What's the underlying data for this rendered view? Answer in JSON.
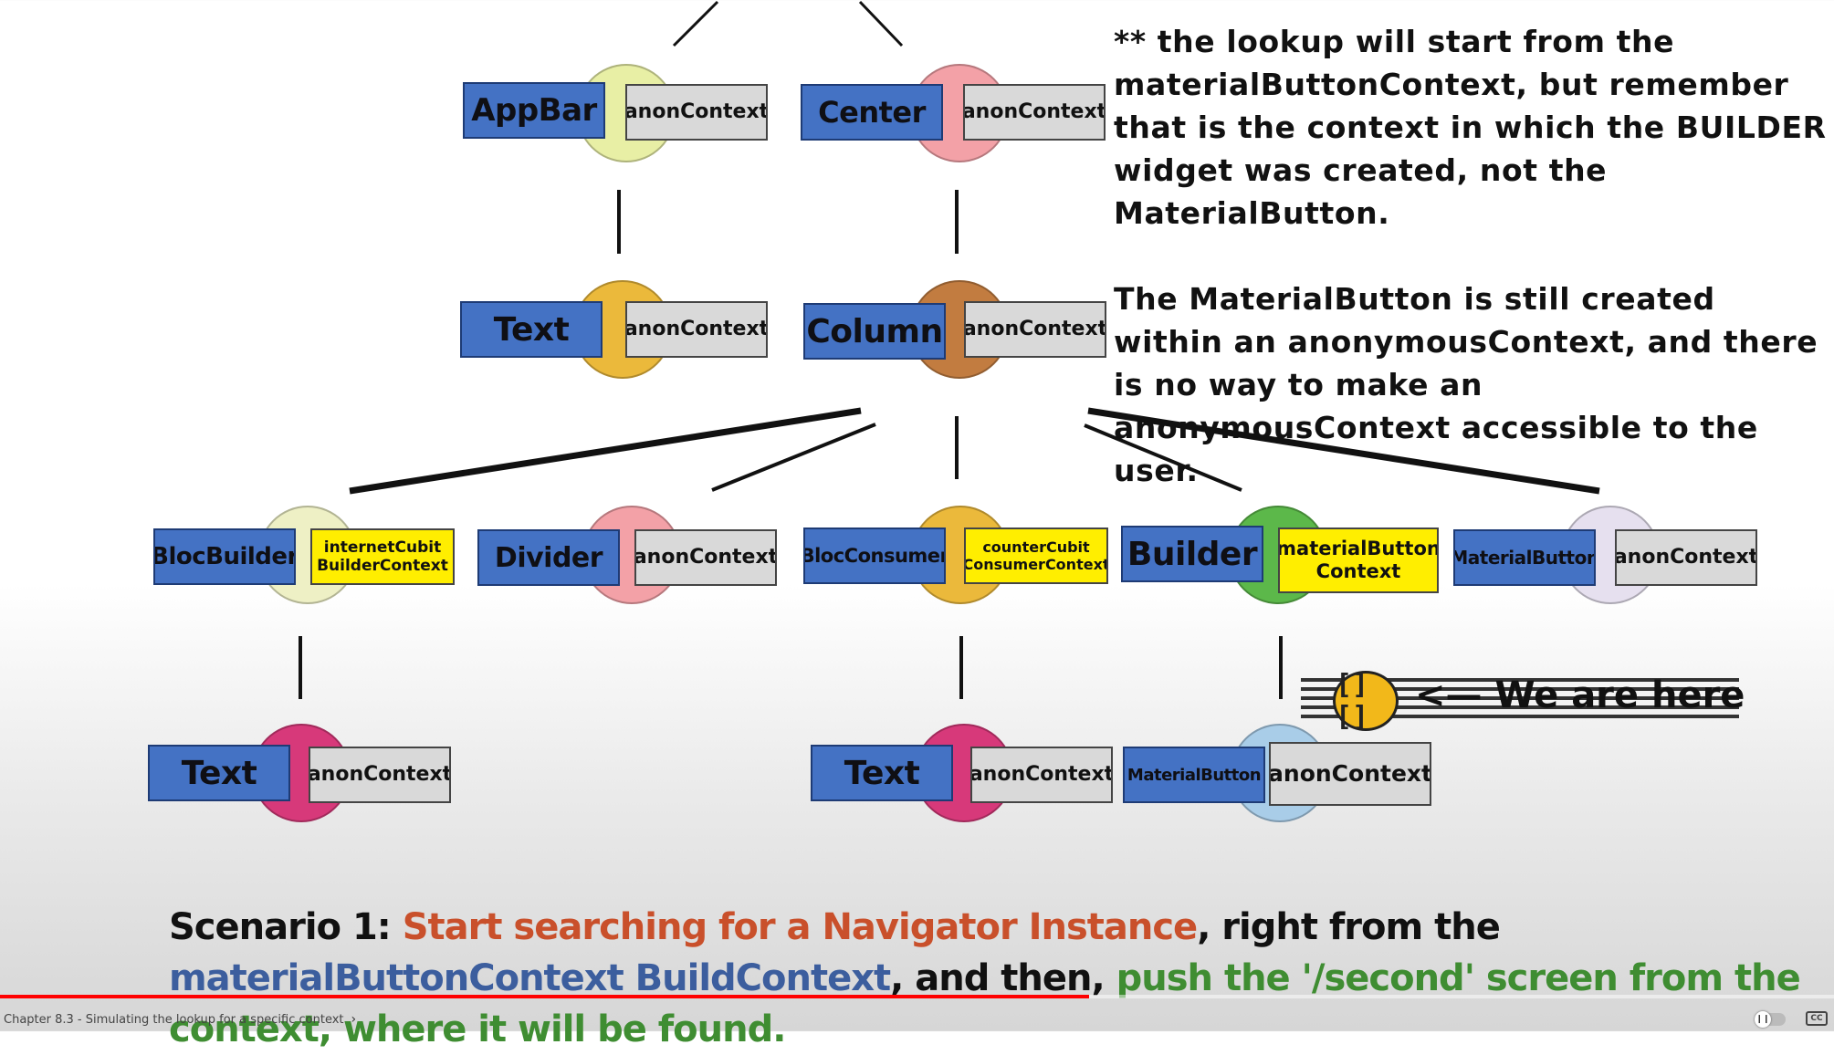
{
  "tree": {
    "nodes": [
      {
        "id": "appbar",
        "widget": "AppBar",
        "context": "anonContext",
        "circle_color": "#e8efa5",
        "context_style": "gray"
      },
      {
        "id": "center",
        "widget": "Center",
        "context": "anonContext",
        "circle_color": "#f3a1a7",
        "context_style": "gray"
      },
      {
        "id": "text-1",
        "widget": "Text",
        "context": "anonContext",
        "circle_color": "#ebb93b",
        "context_style": "gray"
      },
      {
        "id": "column",
        "widget": "Column",
        "context": "anonContext",
        "circle_color": "#c27c40",
        "context_style": "gray"
      },
      {
        "id": "blocbuilder",
        "widget": "BlocBuilder",
        "context": "internetCubit\nBuilderContext",
        "circle_color": "#eef0c5",
        "context_style": "yellow"
      },
      {
        "id": "divider",
        "widget": "Divider",
        "context": "anonContext",
        "circle_color": "#f3a1a7",
        "context_style": "gray"
      },
      {
        "id": "blocconsumer",
        "widget": "BlocConsumer",
        "context": "counterCubit\nConsumerContext",
        "circle_color": "#ebb93b",
        "context_style": "yellow"
      },
      {
        "id": "builder",
        "widget": "Builder",
        "context": "materialButton\nContext",
        "circle_color": "#5cb84a",
        "context_style": "yellow"
      },
      {
        "id": "materialbutton-1",
        "widget": "MaterialButton",
        "context": "anonContext",
        "circle_color": "#e6e0ef",
        "context_style": "gray"
      },
      {
        "id": "text-2",
        "widget": "Text",
        "context": "anonContext",
        "circle_color": "#d7397a",
        "context_style": "gray"
      },
      {
        "id": "text-3",
        "widget": "Text",
        "context": "anonContext",
        "circle_color": "#d7397a",
        "context_style": "gray"
      },
      {
        "id": "materialbutton-2",
        "widget": "MaterialButton",
        "context": "anonContext",
        "circle_color": "#a9cde8",
        "context_style": "gray"
      }
    ]
  },
  "note": {
    "paragraph1": "** the lookup will start from the materialButtonContext, but remember that is the context in which the BUILDER widget was created, not the MaterialButton.",
    "paragraph2": "The MaterialButton is still created within an anonymousContext, and there is no way to make an anonymousContext accessible to the user."
  },
  "marker": {
    "face": "[][]",
    "text": "<— We are here"
  },
  "caption": {
    "prefix": "Scenario 1: ",
    "part_orange": "Start searching for a Navigator Instance",
    "part_black1": ", right from the ",
    "part_blue": "materialButtonContext BuildContext",
    "part_black2": ", and then, ",
    "part_green": "push the '/second' screen from the context, where it will be found."
  },
  "player": {
    "chapter_title": "Chapter 8.3 - Simulating the lookup for a specific context",
    "progress_fraction": 0.594,
    "cc_label": "CC",
    "autoplay_icon": "pause-icon"
  },
  "colors": {
    "widget_box": "#4472c4",
    "context_gray": "#d9d9d9",
    "context_yellow": "#ffee00",
    "caption_orange": "#c9502b",
    "caption_blue": "#3c5e9e",
    "caption_green": "#3f8d32",
    "progress_red": "#ff0000"
  }
}
